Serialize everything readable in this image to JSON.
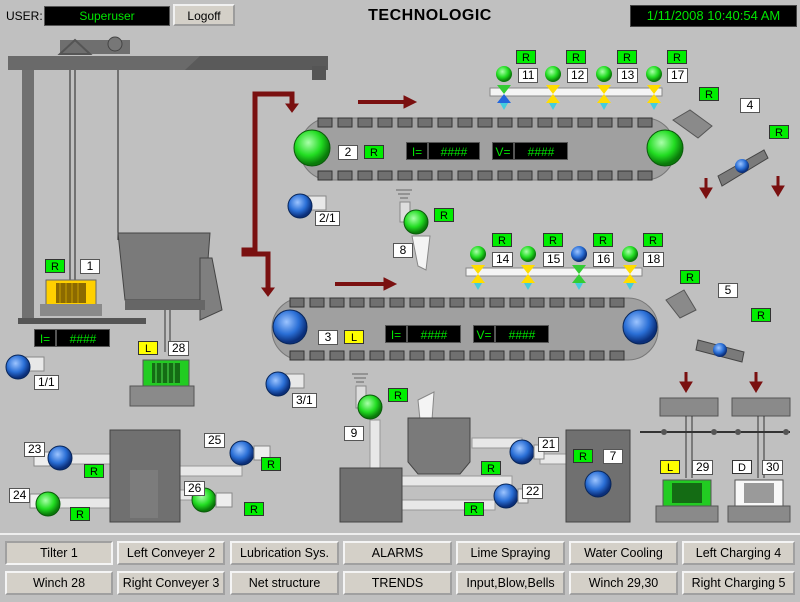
{
  "header": {
    "user_label": "USER:",
    "user_value": "Superuser",
    "logoff_label": "Logoff",
    "title": "TECHNOLOGIC",
    "datetime": "1/11/2008 10:40:54 AM"
  },
  "colors": {
    "background": "#c0c0c0",
    "motor_running": "#22dd22",
    "motor_blue": "#2a6fd6",
    "status_green": "#00ee00",
    "status_yellow": "#ffff00",
    "pipe_red": "#7a1010",
    "display_text": "#00e600"
  },
  "status": {
    "R": "R",
    "L": "L",
    "D": "D"
  },
  "labels": {
    "n1": "1",
    "n1_1": "1/1",
    "n2": "2",
    "n2_1": "2/1",
    "n3": "3",
    "n3_1": "3/1",
    "n4": "4",
    "n5": "5",
    "n7": "7",
    "n8": "8",
    "n9": "9",
    "n11": "11",
    "n12": "12",
    "n13": "13",
    "n14": "14",
    "n15": "15",
    "n16": "16",
    "n17": "17",
    "n18": "18",
    "n21": "21",
    "n22": "22",
    "n23": "23",
    "n24": "24",
    "n25": "25",
    "n26": "26",
    "n28": "28",
    "n29": "29",
    "n30": "30"
  },
  "readouts": {
    "i_label": "I=",
    "v_label": "V=",
    "placeholder": "####"
  },
  "nav": {
    "row1": [
      "Tilter 1",
      "Left Conveyer 2",
      "Lubrication Sys.",
      "ALARMS",
      "Lime Spraying",
      "Water Cooling",
      "Left Charging 4"
    ],
    "row2": [
      "Winch 28",
      "Right Conveyer 3",
      "Net structure",
      "TRENDS",
      "Input,Blow,Bells",
      "Winch 29,30",
      "Right Charging 5"
    ]
  }
}
